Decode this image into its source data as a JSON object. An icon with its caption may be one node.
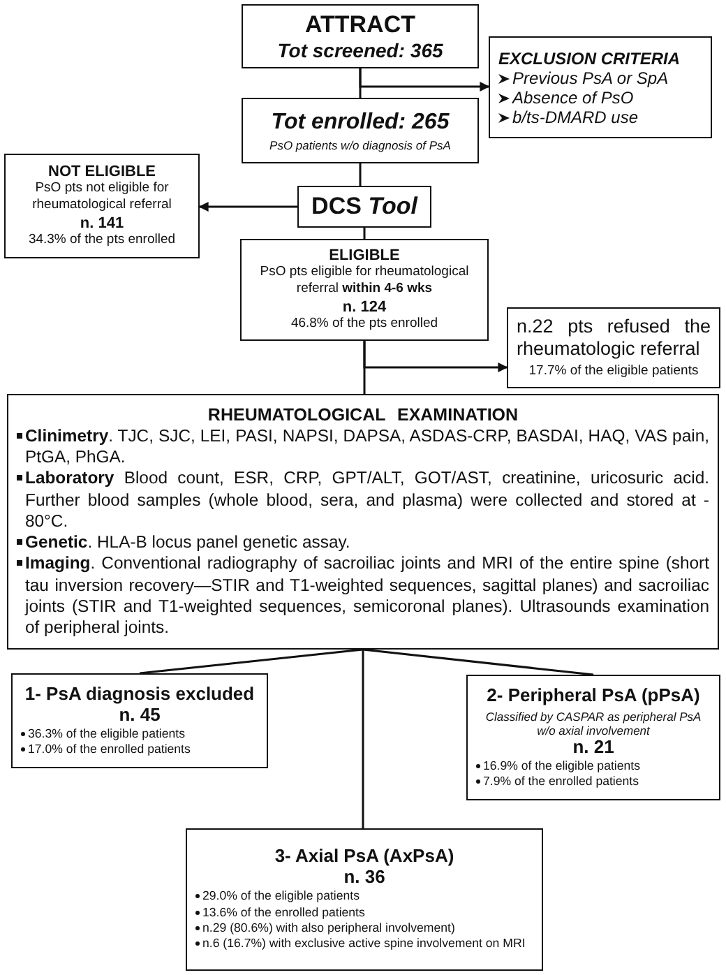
{
  "diagram": {
    "nodes": [
      {
        "text": [
          "ATTRACT",
          "Tot screened: 365"
        ]
      },
      {
        "text": [
          "EXCLUSION CRITERIA",
          "Previous PsA or SpA",
          "Absence of PsO",
          "b/ts-DMARD use"
        ]
      },
      {
        "text": [
          "Tot enrolled: 265",
          "PsO patients w/o diagnosis of PsA"
        ]
      },
      {
        "text": [
          "NOT ELIGIBLE",
          "PsO pts not eligible for rheumatological referral",
          "n. 141",
          "34.3% of the pts enrolled"
        ]
      },
      {
        "text": [
          "**DCS** *Tool*"
        ]
      },
      {
        "text": [
          "ELIGIBLE",
          "PsO pts eligible for rheumatological referral **within 4-6 wks**",
          "n. 124",
          "46.8% of the pts enrolled"
        ]
      },
      {
        "text": [
          "n.22 pts refused the rheumatologic referral",
          "17.7% of the eligible patients"
        ]
      },
      {
        "text": [
          "RHEUMATOLOGICAL EXAMINATION",
          "**Clinimetry**. TJC, SJC, LEI, PASI, NAPSI, DAPSA, ASDAS-CRP, BASDAI, HAQ, VAS pain, PtGA, PhGA.",
          "**Laboratory** Blood count, ESR, CRP, GPT/ALT, GOT/AST, creatinine, uricosuric acid. Further blood samples (whole blood, sera, and plasma) were collected and stored at - 80°C.",
          "**Genetic**. HLA-B locus panel genetic assay.",
          "**Imaging**. Conventional radiography of sacroiliac joints and MRI of the entire spine (short tau inversion recovery—STIR and T1-weighted sequences, sagittal planes) and sacroiliac joints (STIR and T1-weighted sequences, semicoronal planes). Ultrasounds examination of peripheral joints."
        ]
      },
      {
        "text": [
          "1- PsA diagnosis excluded",
          "n. 45",
          "36.3% of the eligible patients",
          "17.0% of the enrolled patients"
        ]
      },
      {
        "text": [
          "2- Peripheral PsA (pPsA)",
          "Classified by CASPAR as peripheral PsA w/o axial involvement",
          "n. 21",
          "16.9% of the eligible patients",
          "7.9% of the enrolled patients"
        ]
      },
      {
        "text": [
          "3- Axial PsA (AxPsA)",
          "n. 36",
          "29.0% of the eligible patients",
          "13.6% of the enrolled patients",
          "n.29 (80.6%) with also peripheral involvement)",
          "n.6 (16.7%) with exclusive active spine involvement on MRI"
        ]
      }
    ],
    "edges": [
      {
        "from": 0,
        "to": 2,
        "arrow": "none"
      },
      {
        "from": 0,
        "to": 1,
        "arrow": "to"
      },
      {
        "from": 2,
        "to": 4,
        "arrow": "none"
      },
      {
        "from": 4,
        "to": 3,
        "arrow": "to"
      },
      {
        "from": 4,
        "to": 5,
        "arrow": "none"
      },
      {
        "from": 5,
        "to": 7,
        "arrow": "none"
      },
      {
        "from": 5,
        "to": 6,
        "arrow": "to"
      },
      {
        "from": 7,
        "to": 8,
        "arrow": "none"
      },
      {
        "from": 7,
        "to": 9,
        "arrow": "none"
      },
      {
        "from": 7,
        "to": 10,
        "arrow": "none"
      }
    ]
  }
}
